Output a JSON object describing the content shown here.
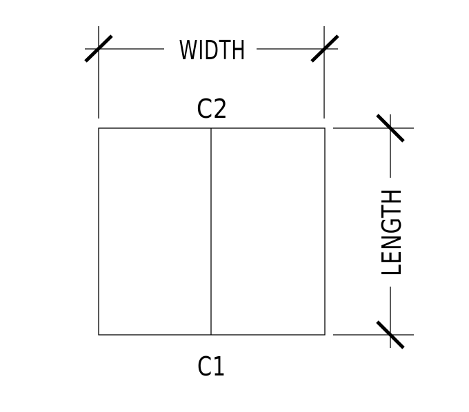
{
  "diagram": {
    "width_label": "WIDTH",
    "length_label": "LENGTH",
    "top_label": "C2",
    "bottom_label": "C1",
    "stroke_color": "#000000",
    "background_color": "#ffffff"
  }
}
